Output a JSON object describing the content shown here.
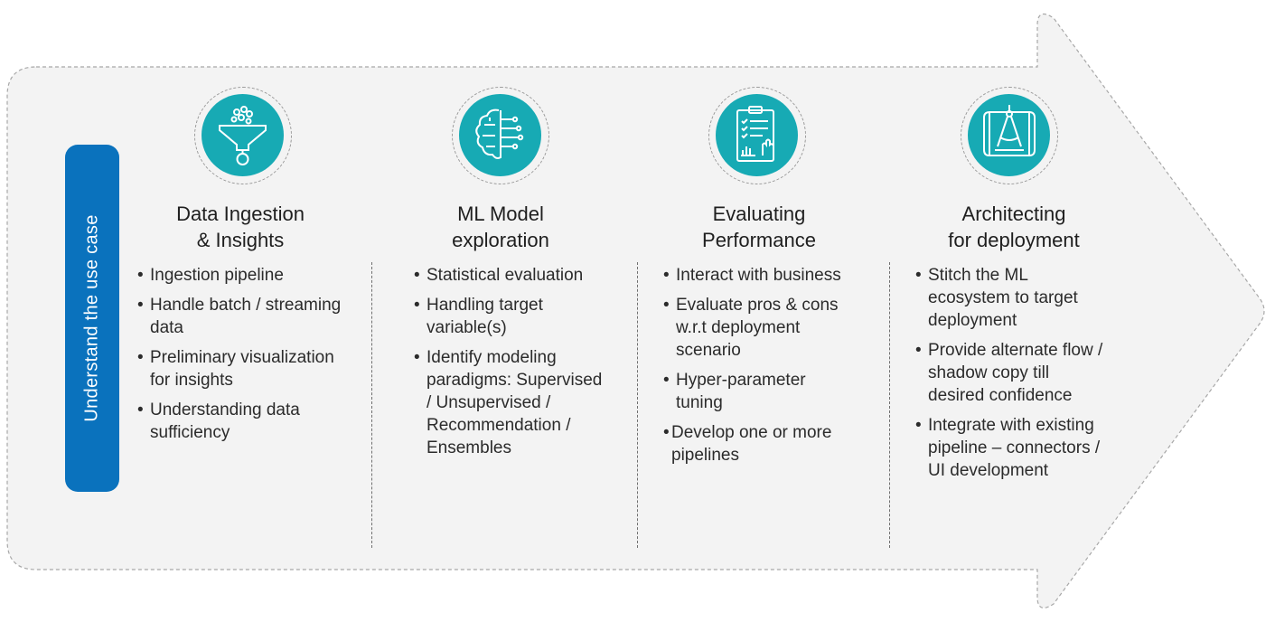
{
  "side_label": "Understand the use case",
  "stages": [
    {
      "icon": "funnel-icon",
      "title_line1": "Data Ingestion",
      "title_line2": "& Insights",
      "bullets": [
        "Ingestion pipeline",
        "Handle batch / streaming data",
        "Preliminary visualization for insights",
        "Understanding data sufficiency"
      ]
    },
    {
      "icon": "brain-circuit-icon",
      "title_line1": "ML Model",
      "title_line2": "exploration",
      "bullets": [
        "Statistical evaluation",
        "Handling target variable(s)",
        "Identify modeling paradigms: Supervised / Unsupervised / Recommendation / Ensembles"
      ]
    },
    {
      "icon": "clipboard-checklist-icon",
      "title_line1": "Evaluating",
      "title_line2": "Performance",
      "bullets": [
        "Interact with business",
        "Evaluate pros & cons w.r.t deployment scenario",
        "Hyper-parameter tuning",
        "Develop one or more pipelines"
      ]
    },
    {
      "icon": "blueprint-compass-icon",
      "title_line1": "Architecting",
      "title_line2": "for deployment",
      "bullets": [
        "Stitch the ML ecosystem to target deployment",
        "Provide alternate flow / shadow copy till desired confidence",
        "Integrate with existing pipeline – connectors / UI development"
      ]
    }
  ],
  "colors": {
    "accent_blue": "#0a72bd",
    "icon_teal": "#17aab4",
    "arrow_fill": "#f3f3f3"
  }
}
